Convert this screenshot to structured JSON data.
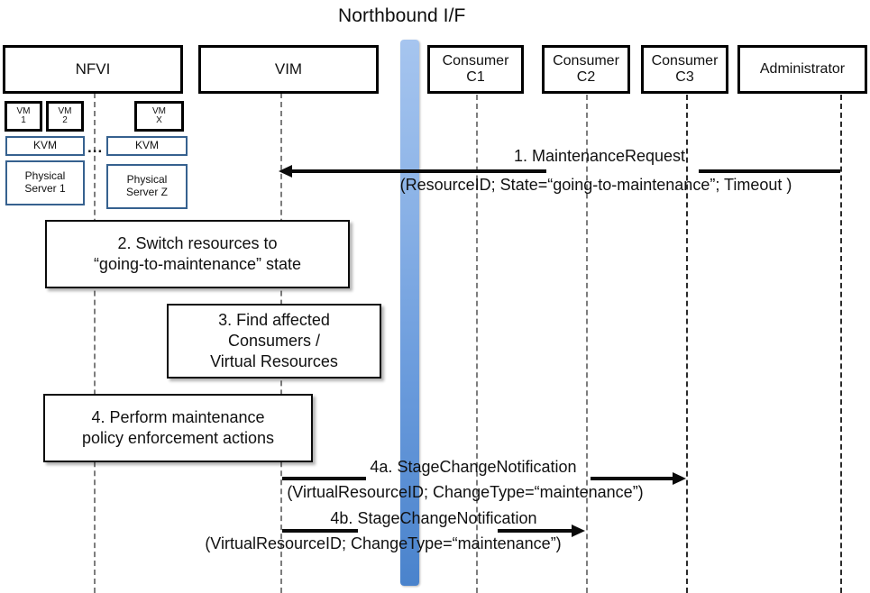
{
  "diagram": {
    "title": "Northbound I/F",
    "type": "sequence-diagram"
  },
  "actors": [
    {
      "id": "nfvi",
      "label": "NFVI"
    },
    {
      "id": "vim",
      "label": "VIM"
    },
    {
      "id": "c1",
      "label": "Consumer\nC1",
      "line1": "Consumer",
      "line2": "C1"
    },
    {
      "id": "c2",
      "label": "Consumer\nC2",
      "line1": "Consumer",
      "line2": "C2"
    },
    {
      "id": "c3",
      "label": "Consumer\nC3",
      "line1": "Consumer",
      "line2": "C3"
    },
    {
      "id": "admin",
      "label": "Administrator"
    }
  ],
  "nfvi_internals": {
    "vms": [
      {
        "line1": "VM",
        "line2": "1"
      },
      {
        "line1": "VM",
        "line2": "2"
      },
      {
        "line1": "VM",
        "line2": "X"
      }
    ],
    "hypervisors": [
      {
        "label": "KVM"
      },
      {
        "label": "KVM"
      }
    ],
    "servers": [
      {
        "line1": "Physical",
        "line2": "Server 1"
      },
      {
        "line1": "Physical",
        "line2": "Server Z"
      }
    ],
    "ellipsis": "..."
  },
  "messages": [
    {
      "id": "m1",
      "number": "1.",
      "name": "MaintenanceRequest",
      "label": "1.   MaintenanceRequest",
      "params": "(ResourceID; State=“going-to-maintenance”; Timeout )",
      "from": "admin",
      "to": "vim",
      "direction": "left"
    },
    {
      "id": "m4a",
      "number": "4a.",
      "name": "StageChangeNotification",
      "label": "4a. StageChangeNotification",
      "params": "(VirtualResourceID; ChangeType=“maintenance”)",
      "from": "vim",
      "to": "c3",
      "direction": "right"
    },
    {
      "id": "m4b",
      "number": "4b.",
      "name": "StageChangeNotification",
      "label": "4b. StageChangeNotification",
      "params": "(VirtualResourceID; ChangeType=“maintenance”)",
      "from": "vim",
      "to": "c2",
      "direction": "right"
    }
  ],
  "notes": [
    {
      "id": "n2",
      "line1": "2. Switch resources to",
      "line2": "“going-to-maintenance” state"
    },
    {
      "id": "n3",
      "line1": "3. Find affected",
      "line2": "Consumers /",
      "line3": "Virtual Resources"
    },
    {
      "id": "n4",
      "line1": "4. Perform maintenance",
      "line2": "policy enforcement actions"
    }
  ],
  "colors": {
    "northbound_bar_top": "#a6c5ef",
    "northbound_bar_bottom": "#4a83cc",
    "inner_box_border": "#36618f",
    "actor_border": "#000000",
    "lifeline": "#7d7d7d",
    "background": "#ffffff",
    "text": "#111111"
  }
}
